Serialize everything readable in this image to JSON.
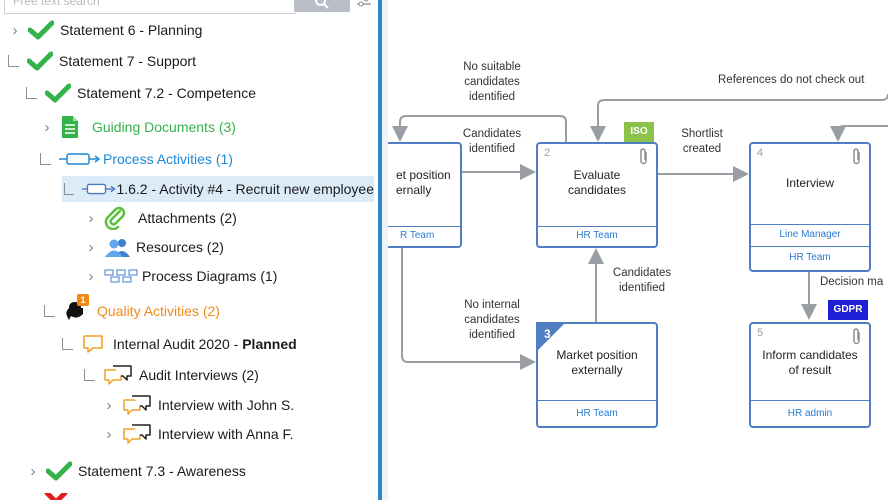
{
  "search": {
    "placeholder": "Free text search"
  },
  "tree": {
    "items": [
      {
        "label": "Statement 6 - Planning"
      },
      {
        "label": "Statement 7 - Support"
      },
      {
        "label": "Statement 7.2 - Competence"
      },
      {
        "label": "Guiding Documents (3)"
      },
      {
        "label": "Process Activities (1)"
      },
      {
        "label": "1.6.2 - Activity #4 - Recruit new employee"
      },
      {
        "label": "Attachments (2)"
      },
      {
        "label": "Resources (2)"
      },
      {
        "label": "Process Diagrams (1)"
      },
      {
        "label": "Quality Activities (2)",
        "badge": "1"
      },
      {
        "label": "Internal Audit 2020",
        "suffix": " - ",
        "status": "Planned"
      },
      {
        "label": "Audit Interviews (2)"
      },
      {
        "label": "Interview with John S."
      },
      {
        "label": "Interview with Anna F."
      },
      {
        "label": "Statement 7.3 - Awareness"
      }
    ]
  },
  "diagram": {
    "nodes": [
      {
        "num": "",
        "title_line1": "et position",
        "title_line2": "ernally",
        "role": "R Team"
      },
      {
        "num": "2",
        "title_line1": "Evaluate",
        "title_line2": "candidates",
        "role": "HR Team"
      },
      {
        "num": "3",
        "title_line1": "Market position",
        "title_line2": "externally",
        "role": "HR Team"
      },
      {
        "num": "4",
        "title_line1": "Interview",
        "role1": "Line Manager",
        "role2": "HR Team"
      },
      {
        "num": "5",
        "title_line1": "Inform candidates",
        "title_line2": "of result",
        "role": "HR admin"
      }
    ],
    "labels": {
      "no_suitable_1": "No suitable",
      "no_suitable_2": "candidates",
      "no_suitable_3": "identified",
      "references": "References do not check out",
      "cand_ident_1": "Candidates",
      "cand_ident_2": "identified",
      "shortlist_1": "Shortlist",
      "shortlist_2": "created",
      "decision": "Decision ma",
      "cand_ident2_1": "Candidates",
      "cand_ident2_2": "identified",
      "no_internal_1": "No internal",
      "no_internal_2": "candidates",
      "no_internal_3": "identified"
    },
    "badges": {
      "iso": "ISO",
      "gdpr": "GDPR"
    },
    "colors": {
      "node_border": "#4f7fc1",
      "arrow": "#9a9ea4",
      "iso": "#8bc34a",
      "gdpr": "#1f1fd6"
    }
  }
}
